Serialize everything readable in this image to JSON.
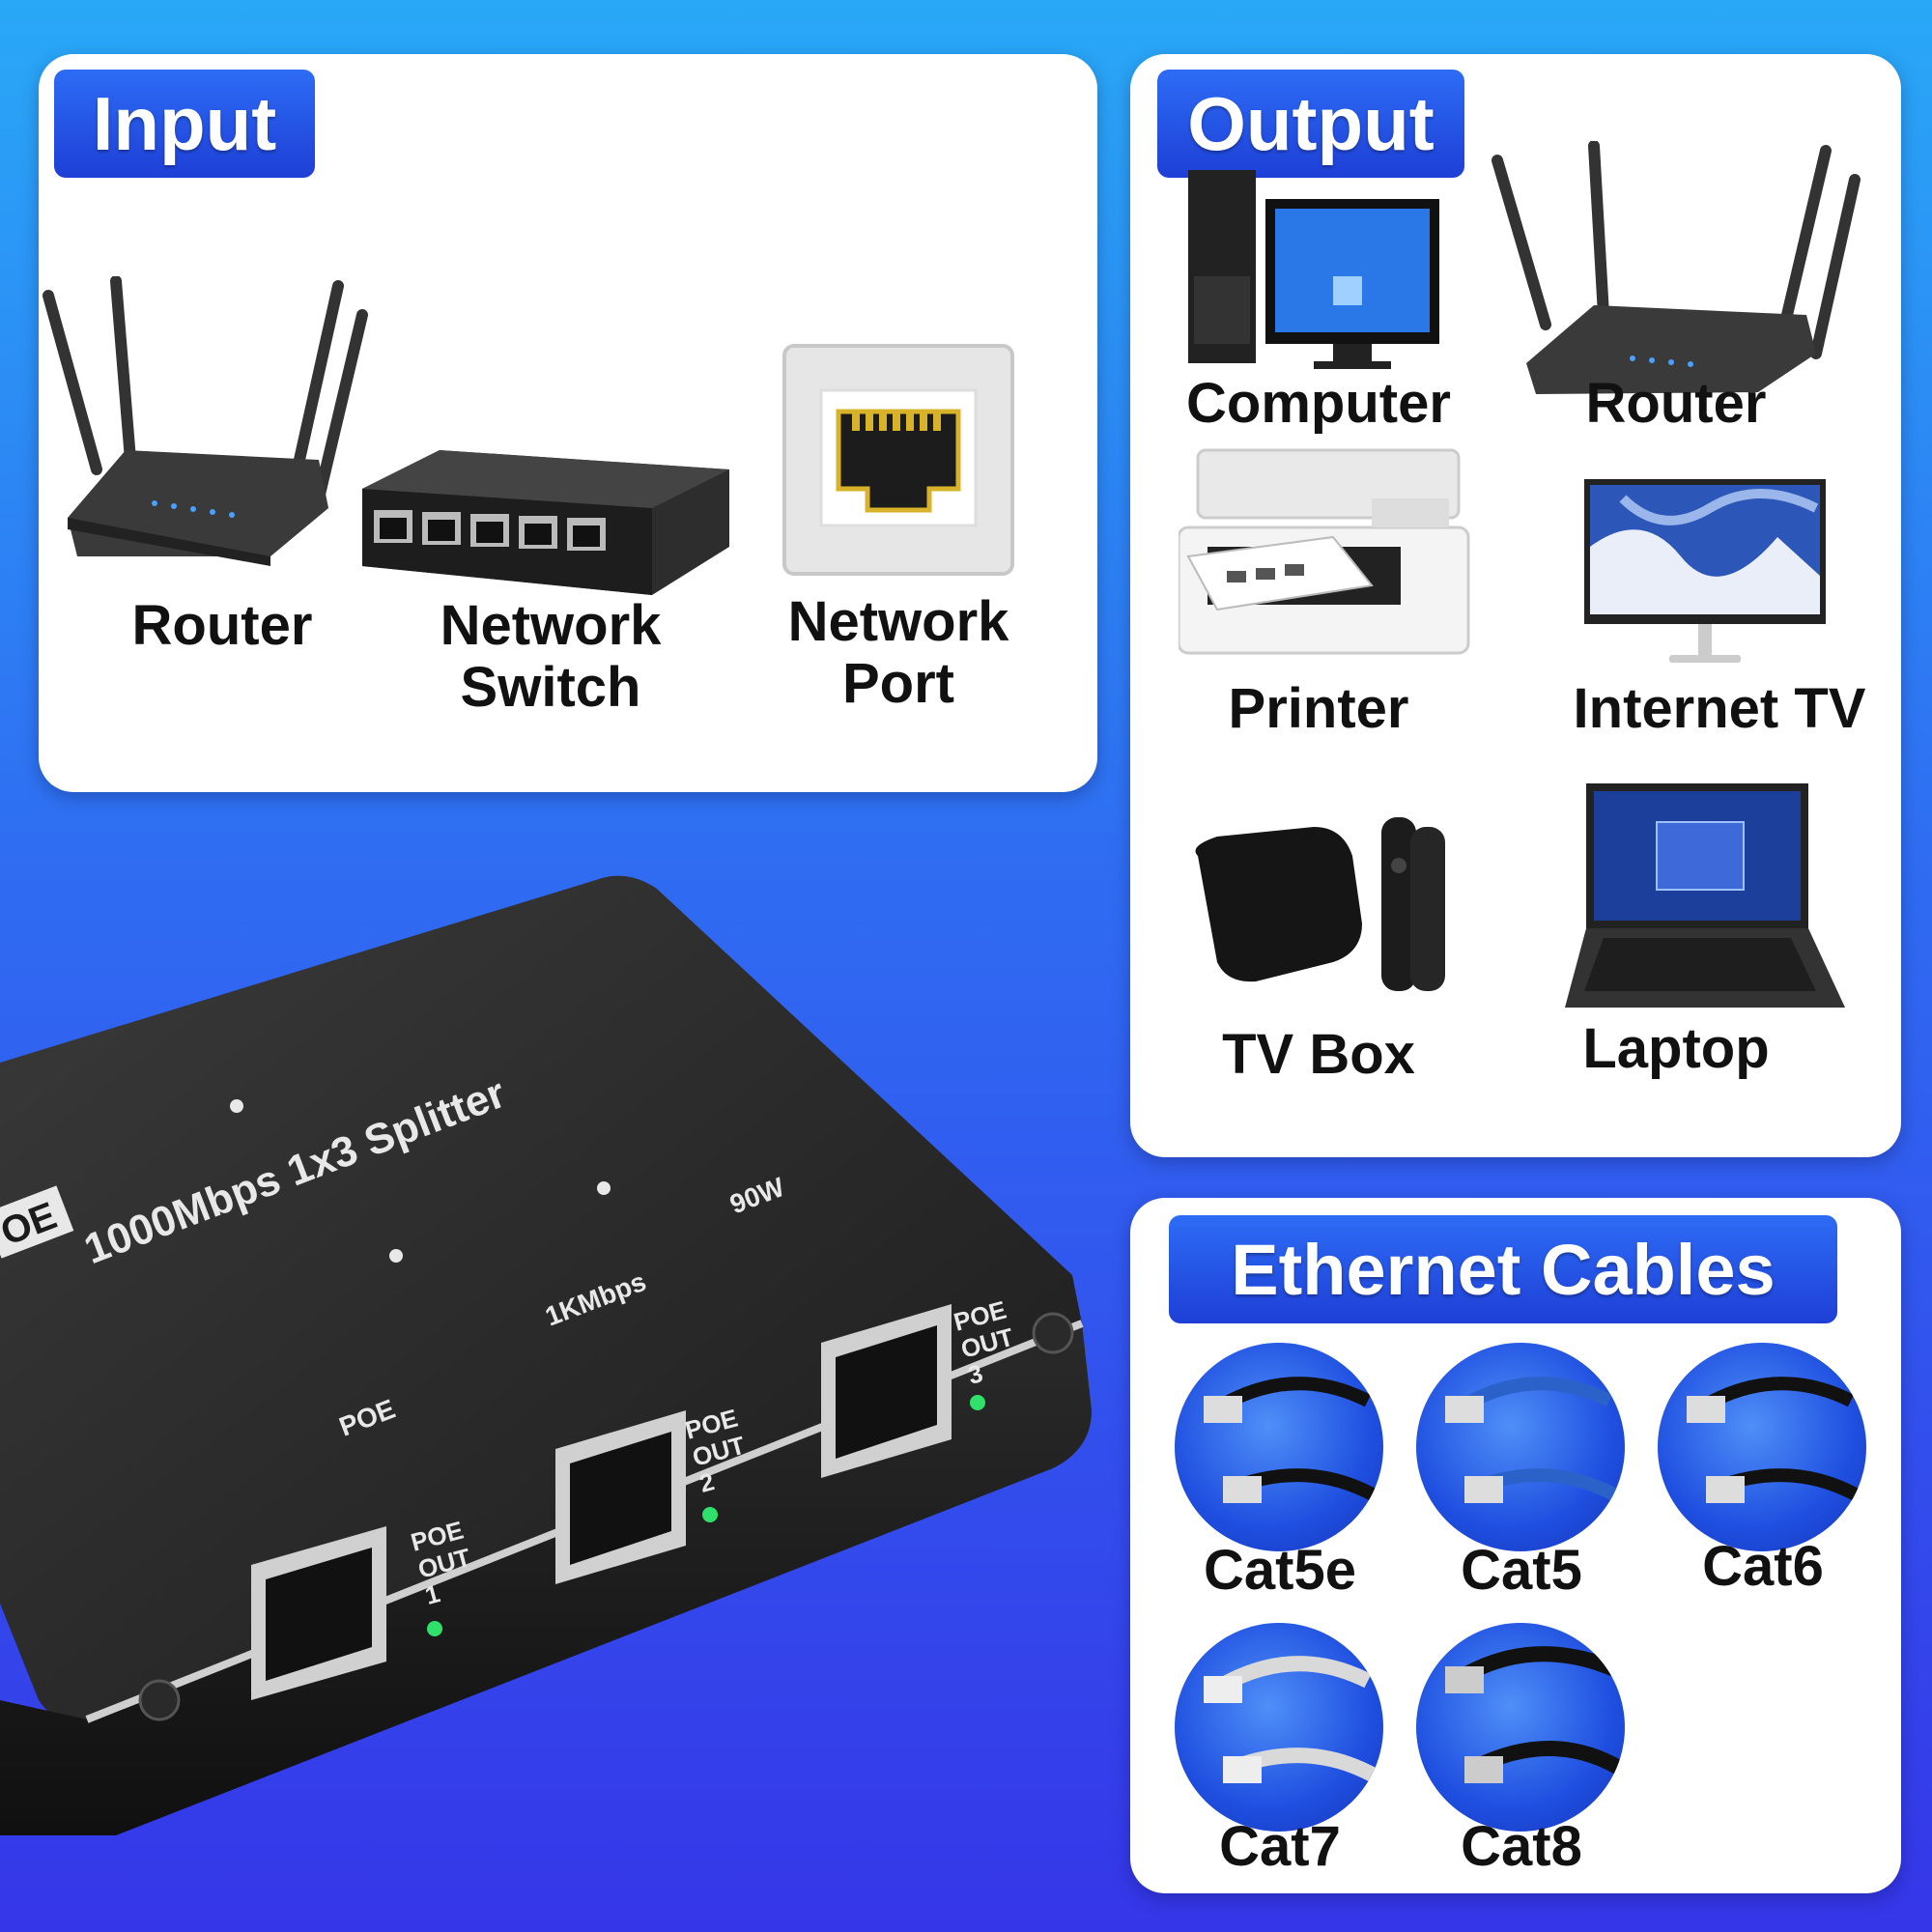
{
  "input": {
    "title": "Input",
    "items": [
      {
        "label": "Router",
        "icon": "router-icon"
      },
      {
        "label": "Network\nSwitch",
        "icon": "network-switch-icon"
      },
      {
        "label": "Network\nPort",
        "icon": "network-port-icon"
      }
    ]
  },
  "output": {
    "title": "Output",
    "items": [
      {
        "label": "Computer",
        "icon": "computer-icon"
      },
      {
        "label": "Router",
        "icon": "router-icon"
      },
      {
        "label": "Printer",
        "icon": "printer-icon"
      },
      {
        "label": "Internet TV",
        "icon": "tv-icon"
      },
      {
        "label": "TV Box",
        "icon": "tv-box-icon"
      },
      {
        "label": "Laptop",
        "icon": "laptop-icon"
      }
    ]
  },
  "cables": {
    "title": "Ethernet Cables",
    "items": [
      {
        "label": "Cat5e",
        "color": "#111111"
      },
      {
        "label": "Cat5",
        "color": "#2a62c9"
      },
      {
        "label": "Cat6",
        "color": "#111111"
      },
      {
        "label": "Cat7",
        "color": "#d9d9d9"
      },
      {
        "label": "Cat8",
        "color": "#111111"
      }
    ]
  },
  "device": {
    "brand": "OE",
    "model": "1000Mbps 1x3 Splitter",
    "led_poe": "POE",
    "led_speed": "1KMbps",
    "led_power": "90W",
    "port1": "POE\nOUT\n1",
    "port2": "POE\nOUT\n2",
    "port3": "POE\nOUT\n3"
  },
  "colors": {
    "accent": "#2455e8",
    "panel": "#ffffff",
    "led": "#2fe06a"
  }
}
